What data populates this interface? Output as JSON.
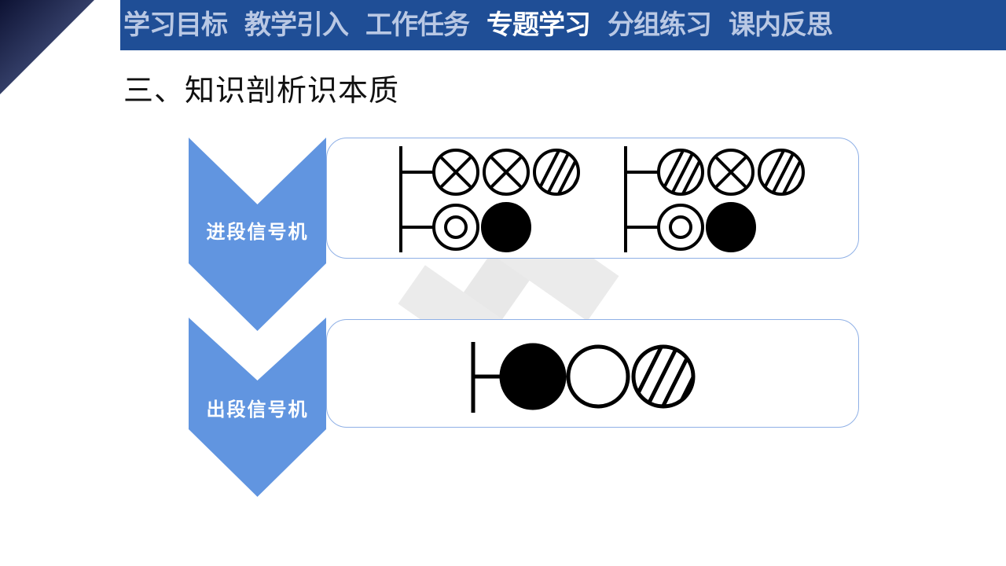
{
  "nav": {
    "tabs": [
      {
        "label": "学习目标",
        "active": false
      },
      {
        "label": "教学引入",
        "active": false
      },
      {
        "label": "工作任务",
        "active": false
      },
      {
        "label": "专题学习",
        "active": true
      },
      {
        "label": "分组练习",
        "active": false
      },
      {
        "label": "课内反思",
        "active": false
      }
    ]
  },
  "page": {
    "title": "三、知识剖析识本质"
  },
  "sections": [
    {
      "label": "进段信号机",
      "signals": [
        {
          "top_lamps": [
            "cross",
            "cross",
            "hatched"
          ],
          "bottom_lamps": [
            "double-ring",
            "filled"
          ]
        },
        {
          "top_lamps": [
            "hatched",
            "cross",
            "hatched"
          ],
          "bottom_lamps": [
            "double-ring",
            "filled"
          ]
        }
      ]
    },
    {
      "label": "出段信号机",
      "signals": [
        {
          "lamps": [
            "filled",
            "empty",
            "hatched"
          ]
        }
      ]
    }
  ],
  "colors": {
    "nav_bg": "#1f4e96",
    "chevron": "#6195e0",
    "panel_border": "#8fb0e6"
  }
}
